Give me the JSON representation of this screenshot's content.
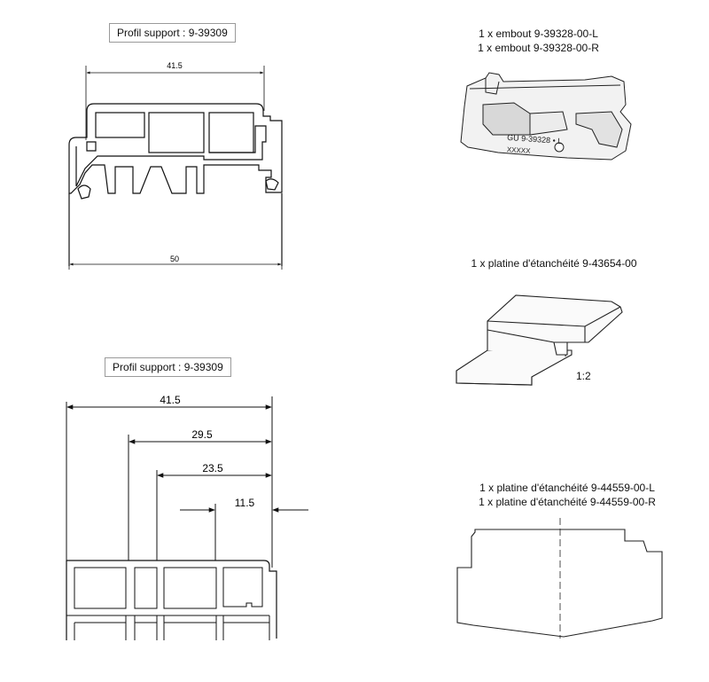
{
  "top_left": {
    "title": "Profil support : 9-39309",
    "dim_top": "41.5",
    "dim_bottom": "50"
  },
  "bottom_left": {
    "title": "Profil support : 9-39309",
    "dim_1": "41.5",
    "dim_2": "29.5",
    "dim_3": "23.5",
    "dim_4": "11.5"
  },
  "right_1": {
    "line1": "1 x embout 9-39328-00-L",
    "line2": "1 x embout 9-39328-00-R",
    "part_marking_1": "GU 9-39328 • L",
    "part_marking_2": "XXXXX"
  },
  "right_2": {
    "line1": "1 x platine d'étanchéité 9-43654-00",
    "scale": "1:2"
  },
  "right_3": {
    "line1": "1 x platine d'étanchéité 9-44559-00-L",
    "line2": "1 x platine d'étanchéité 9-44559-00-R"
  }
}
